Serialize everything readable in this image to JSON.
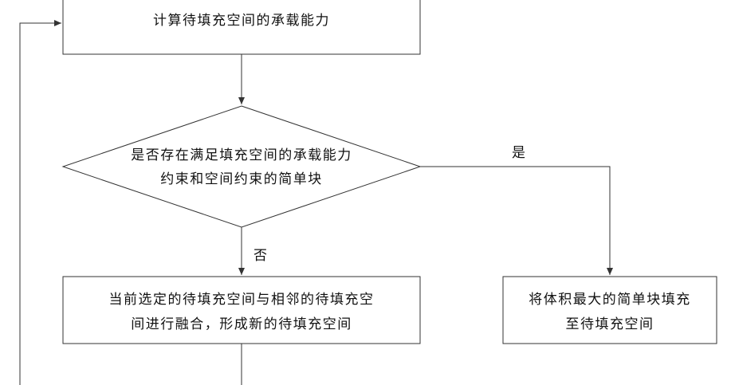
{
  "nodes": {
    "compute_capacity": {
      "line1": "计算待填充空间的承载能力"
    },
    "decision": {
      "line1": "是否存在满足填充空间的承载能力",
      "line2": "约束和空间约束的简单块"
    },
    "merge_space": {
      "line1": "当前选定的待填充空间与相邻的待填充空",
      "line2": "间进行融合，形成新的待填充空间"
    },
    "fill_block": {
      "line1": "将体积最大的简单块填充",
      "line2": "至待填充空间"
    }
  },
  "edges": {
    "yes_label": "是",
    "no_label": "否"
  },
  "colors": {
    "stroke": "#333333",
    "text": "#111111",
    "background": "#ffffff"
  }
}
